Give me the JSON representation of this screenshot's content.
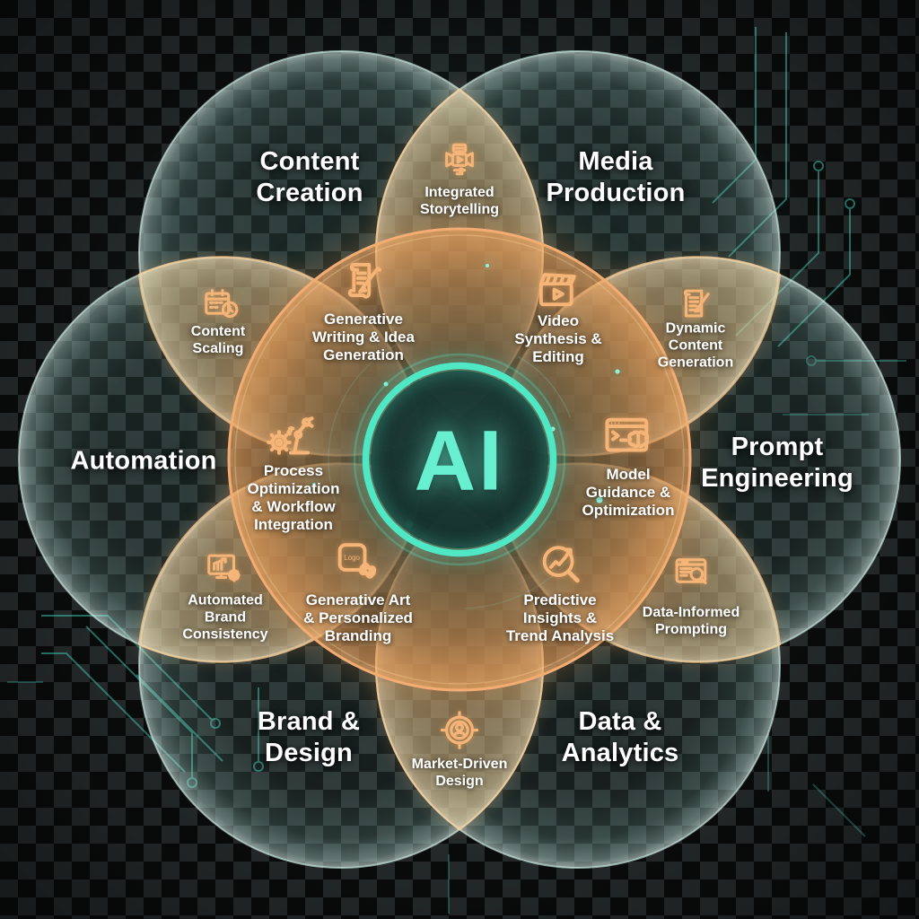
{
  "center": {
    "label": "AI"
  },
  "outer_domains": [
    {
      "label": "Content Creation"
    },
    {
      "label": "Media Production"
    },
    {
      "label": "Automation"
    },
    {
      "label": "Prompt Engineering"
    },
    {
      "label": "Brand & Design"
    },
    {
      "label": "Data & Analytics"
    }
  ],
  "core_capabilities": [
    {
      "label": "Generative Writing & Idea Generation",
      "icon": "scroll-pen-icon"
    },
    {
      "label": "Video Synthesis & Editing",
      "icon": "clapperboard-icon"
    },
    {
      "label": "Process Optimization & Workflow Integration",
      "icon": "robot-arm-gear-icon"
    },
    {
      "label": "Model Guidance & Optimization",
      "icon": "terminal-brain-icon"
    },
    {
      "label": "Generative Art & Personalized Branding",
      "icon": "logo-swatches-icon"
    },
    {
      "label": "Predictive Insights & Trend Analysis",
      "icon": "magnifier-trend-icon"
    }
  ],
  "pair_intersections": [
    {
      "label": "Integrated Storytelling",
      "icon": "video-camera-icon"
    },
    {
      "label": "Content Scaling",
      "icon": "calendar-clock-icon"
    },
    {
      "label": "Dynamic Content Generation",
      "icon": "document-pen-icon"
    },
    {
      "label": "Automated Brand Consistency",
      "icon": "monitor-gear-icon"
    },
    {
      "label": "Data-Informed Prompting",
      "icon": "browser-magnifier-icon"
    },
    {
      "label": "Market-Driven Design",
      "icon": "target-user-icon"
    }
  ],
  "icon_text": {
    "logo": "Logo"
  },
  "colors": {
    "teal_accent": "#4fe6c2",
    "orange_accent": "#f2a868",
    "text": "#ffffff"
  }
}
